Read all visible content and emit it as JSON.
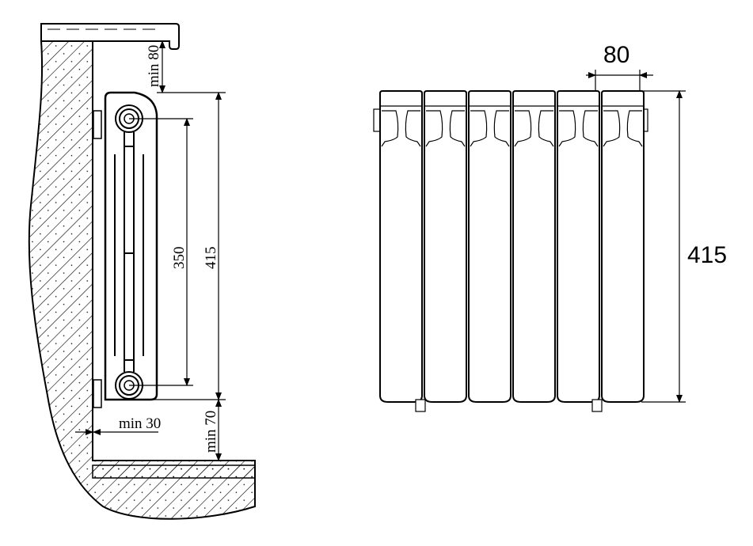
{
  "side_view": {
    "dim_top_gap": "min 80",
    "dim_axis": "350",
    "dim_height": "415",
    "dim_wall_gap": "min 30",
    "dim_floor_gap": "min 70"
  },
  "front_view": {
    "section_count": 6,
    "dim_section_width": "80",
    "dim_height": "415"
  }
}
